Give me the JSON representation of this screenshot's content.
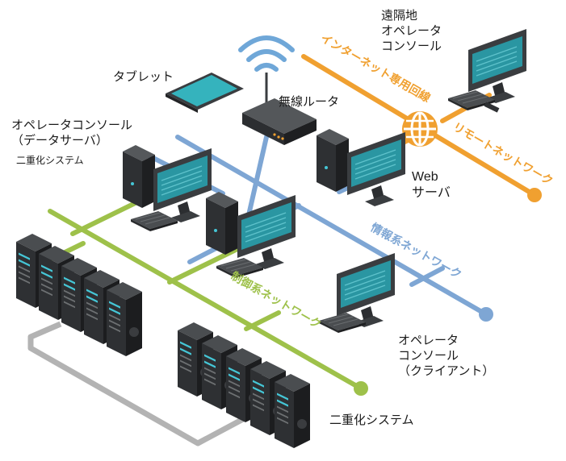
{
  "labels": {
    "remote_console": [
      "遠隔地",
      "オペレータ",
      "コンソール"
    ],
    "tablet": "タブレット",
    "wireless_router": "無線ルータ",
    "operator_console_data_server": [
      "オペレータコンソール",
      "（データサーバ）"
    ],
    "redundant_system_1": "二重化システム",
    "web_server": [
      "Web",
      "サーバ"
    ],
    "operator_console_client": [
      "オペレータ",
      "コンソール",
      "（クライアント）"
    ],
    "redundant_system_2": "二重化システム"
  },
  "networks": {
    "internet_line": {
      "label": "インターネット専用回線",
      "color": "#f0a030"
    },
    "remote_network": {
      "label": "リモートネットワーク",
      "color": "#f0a030"
    },
    "info_network": {
      "label": "情報系ネットワーク",
      "color": "#7ea6d4"
    },
    "control_network": {
      "label": "制御系ネットワーク",
      "color": "#9ec14a"
    },
    "redundant_link": {
      "color": "#b3b3b3"
    }
  },
  "icons": [
    "wifi-icon",
    "globe-icon",
    "monitor-icon",
    "tower-pc-icon",
    "keyboard-icon",
    "server-rack-icon",
    "tablet-icon",
    "router-icon"
  ]
}
